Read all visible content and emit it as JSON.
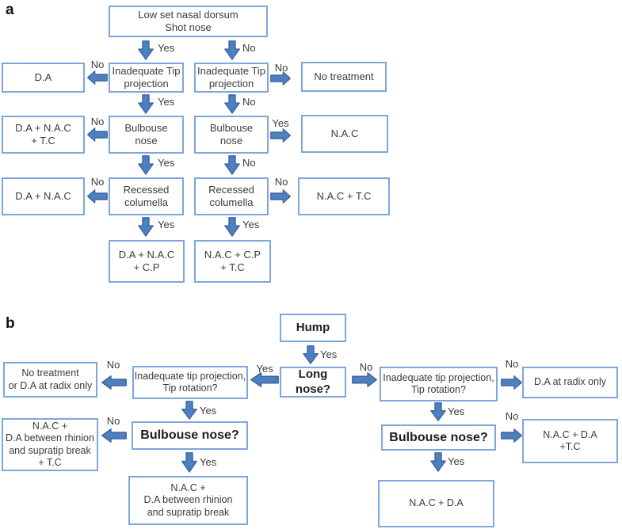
{
  "edge_labels": {
    "yes": "Yes",
    "no": "No"
  },
  "colors": {
    "box_border": "#7da7dc",
    "arrow_fill": "#4e7fbe",
    "arrow_stroke": "#3b66a0",
    "text_color": "#3b3b3b"
  },
  "panels": {
    "a": {
      "label": "a",
      "nodes": {
        "root": "Low set nasal dorsum\nShot nose",
        "l_q1": "Inadequate Tip\nprojection",
        "r_q1": "Inadequate Tip\nprojection",
        "l_r1": "D.A",
        "r_r1": "No treatment",
        "l_q2": "Bulbouse\nnose",
        "r_q2": "Bulbouse\nnose",
        "l_r2": "D.A + N.A.C\n+ T.C",
        "r_r2": "N.A.C",
        "l_q3": "Recessed\ncolumella",
        "r_q3": "Recessed\ncolumella",
        "l_r3": "D.A + N.A.C",
        "r_r3": "N.A.C + T.C",
        "l_final": "D.A + N.A.C\n+ C.P",
        "r_final": "N.A.C + C.P\n+ T.C"
      }
    },
    "b": {
      "label": "b",
      "nodes": {
        "root": "Hump",
        "long_nose": "Long nose?",
        "l_q1": "Inadequate tip projection,\nTip rotation?",
        "r_q1": "Inadequate tip projection,\nTip rotation?",
        "l_r1": "No treatment\nor D.A at radix only",
        "r_r1": "D.A at radix only",
        "l_q2": "Bulbouse nose?",
        "r_q2": "Bulbouse nose?",
        "l_r2": "N.A.C +\nD.A between rhinion\nand supratip break\n+ T.C",
        "r_r2": "N.A.C + D.A\n+T.C",
        "l_final": "N.A.C +\nD.A between rhinion\nand supratip break",
        "r_final": "N.A.C + D.A"
      }
    }
  }
}
